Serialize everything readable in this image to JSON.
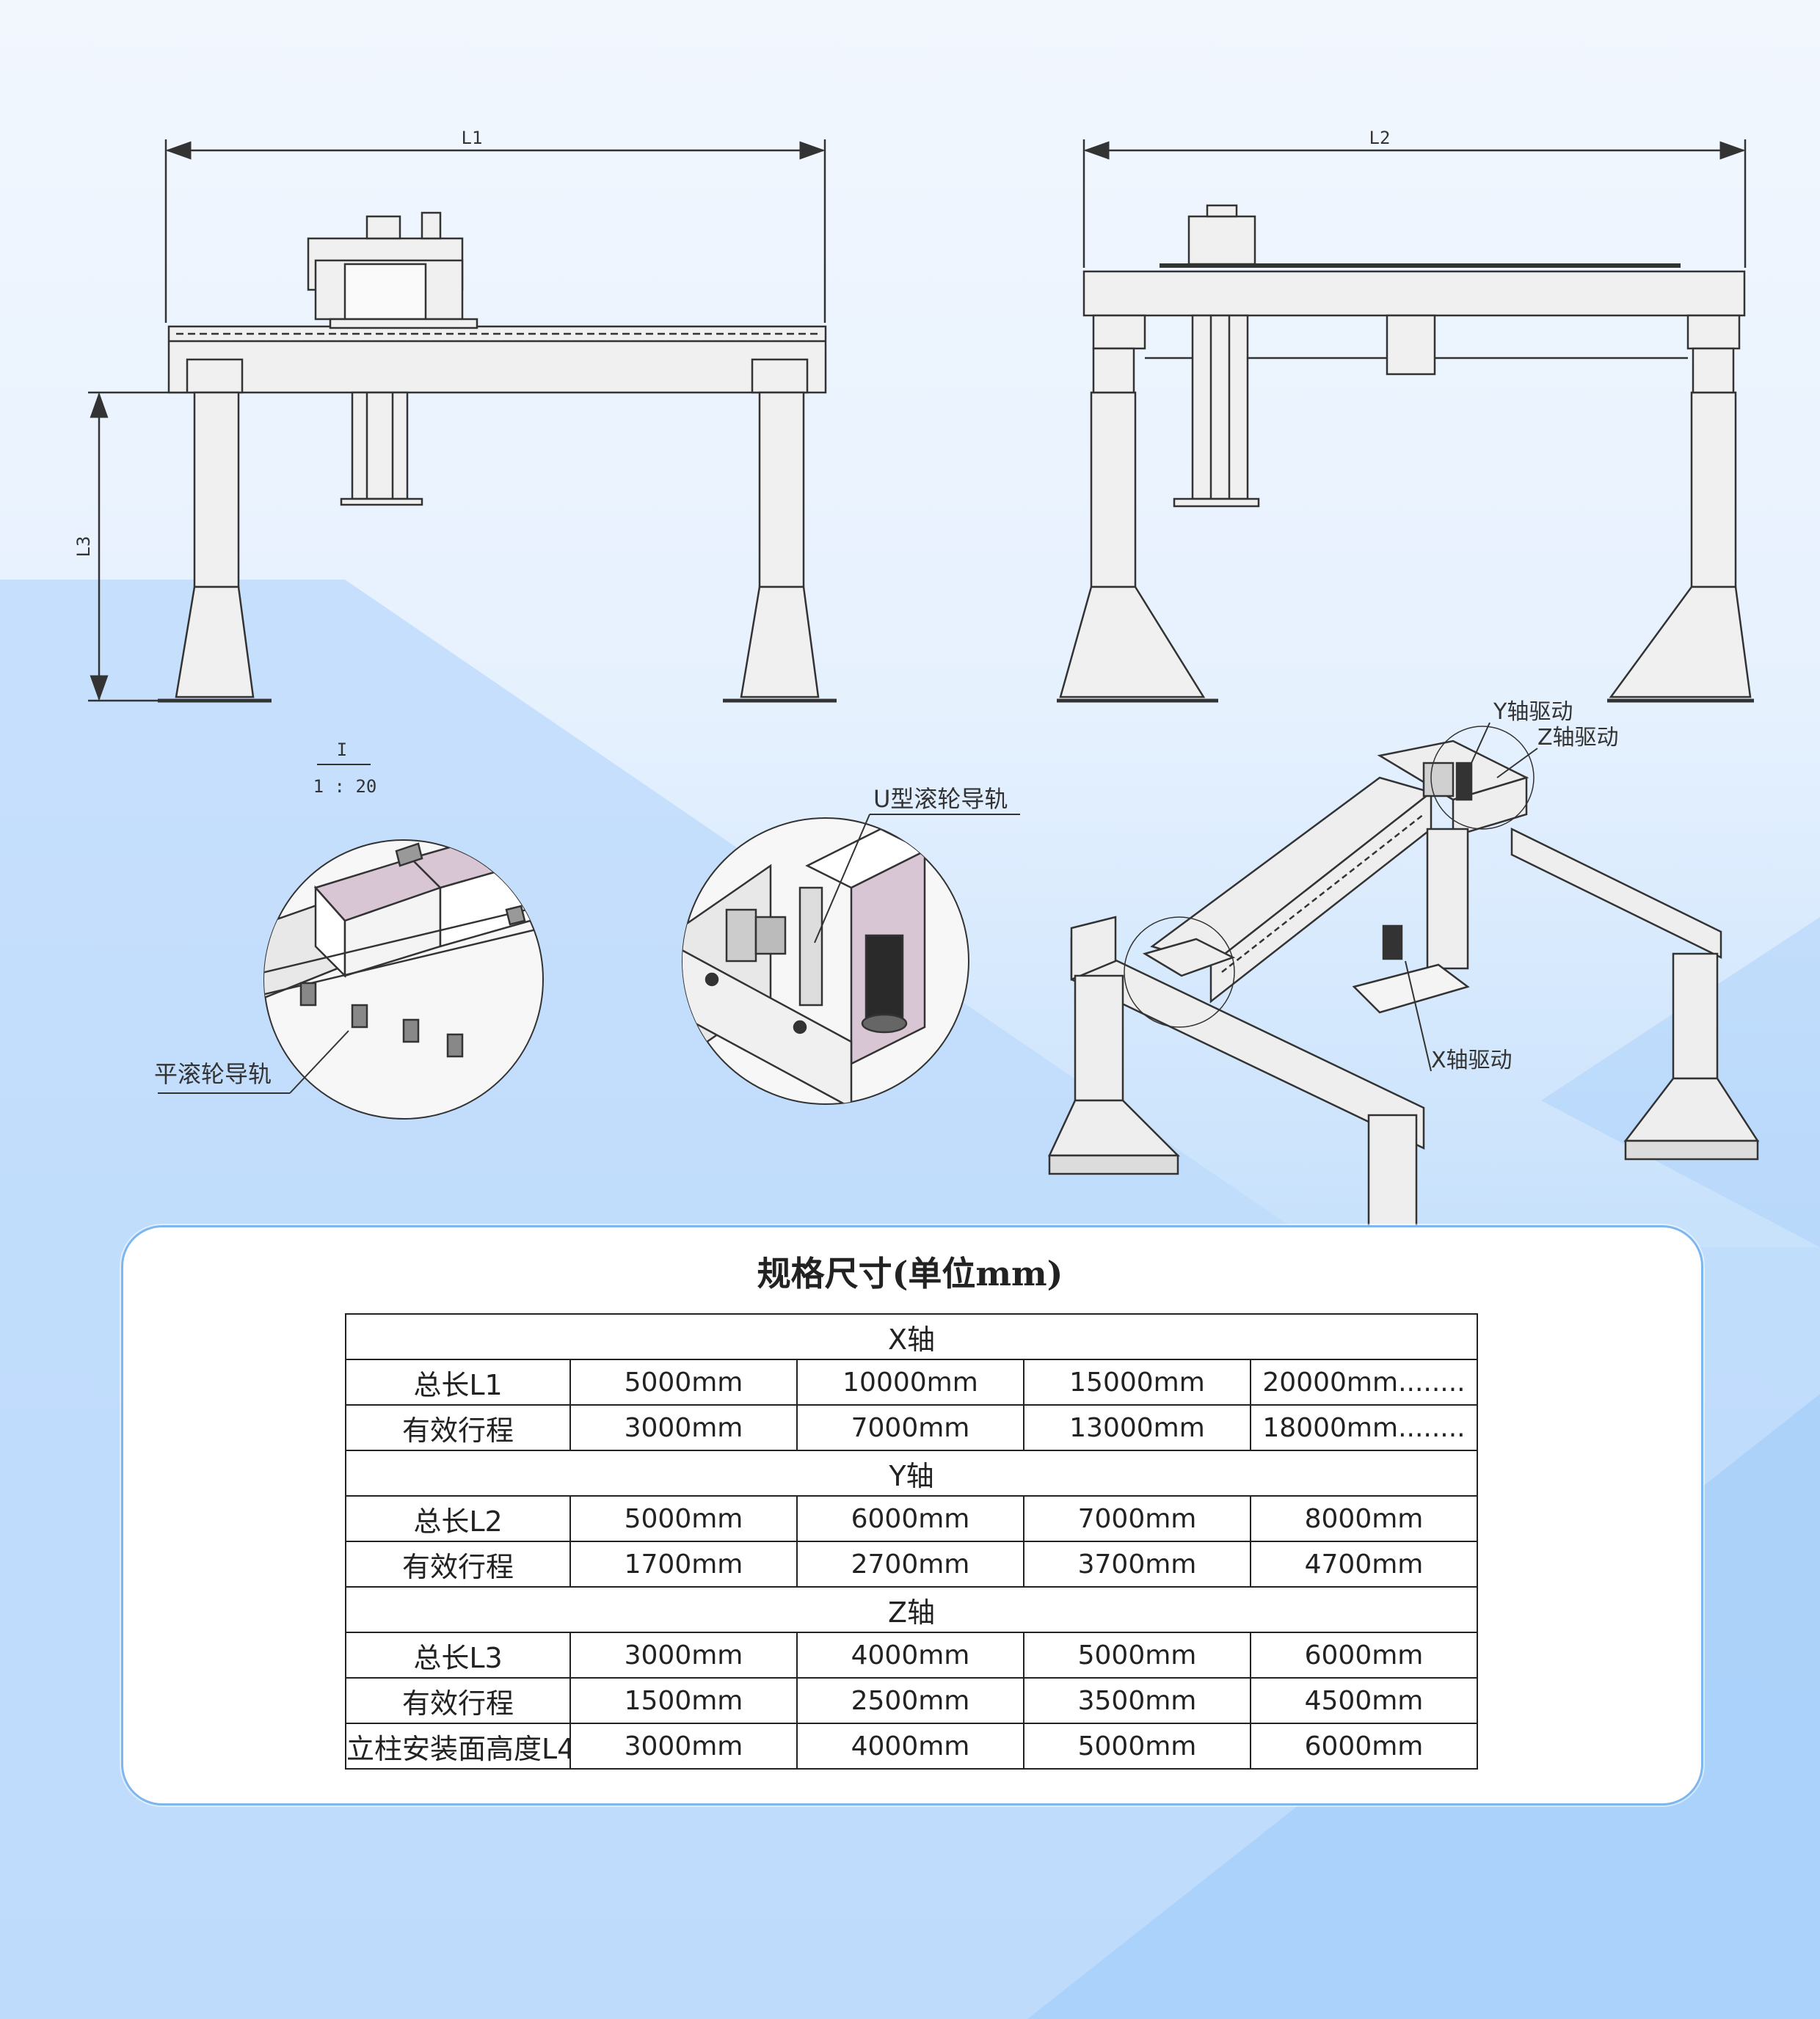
{
  "colors": {
    "line": "#333333",
    "fill_light": "#eeeeee",
    "pink": "#d9c6d4",
    "card_border": "#7eb6ef"
  },
  "views": {
    "front": {
      "width_label": "L1",
      "height_label": "L3"
    },
    "side": {
      "width_label": "L2"
    },
    "detail1": {
      "ref": "I",
      "scale": "1 : 20",
      "callout": "平滚轮导轨"
    },
    "detail2": {
      "callout": "U型滚轮导轨"
    },
    "iso": {
      "y_drive": "Y轴驱动",
      "z_drive": "Z轴驱动",
      "x_drive": "X轴驱动"
    }
  },
  "spec": {
    "title": "规格尺寸(单位mm)",
    "sections": [
      {
        "axis": "X轴",
        "rows": [
          {
            "label": "总长L1",
            "values": [
              "5000mm",
              "10000mm",
              "15000mm",
              "20000mm........"
            ]
          },
          {
            "label": "有效行程",
            "values": [
              "3000mm",
              "7000mm",
              "13000mm",
              "18000mm........"
            ]
          }
        ]
      },
      {
        "axis": "Y轴",
        "rows": [
          {
            "label": "总长L2",
            "values": [
              "5000mm",
              "6000mm",
              "7000mm",
              "8000mm"
            ]
          },
          {
            "label": "有效行程",
            "values": [
              "1700mm",
              "2700mm",
              "3700mm",
              "4700mm"
            ]
          }
        ]
      },
      {
        "axis": "Z轴",
        "rows": [
          {
            "label": "总长L3",
            "values": [
              "3000mm",
              "4000mm",
              "5000mm",
              "6000mm"
            ]
          },
          {
            "label": "有效行程",
            "values": [
              "1500mm",
              "2500mm",
              "3500mm",
              "4500mm"
            ]
          },
          {
            "label": "立柱安装面高度L4",
            "values": [
              "3000mm",
              "4000mm",
              "5000mm",
              "6000mm"
            ]
          }
        ]
      }
    ]
  }
}
